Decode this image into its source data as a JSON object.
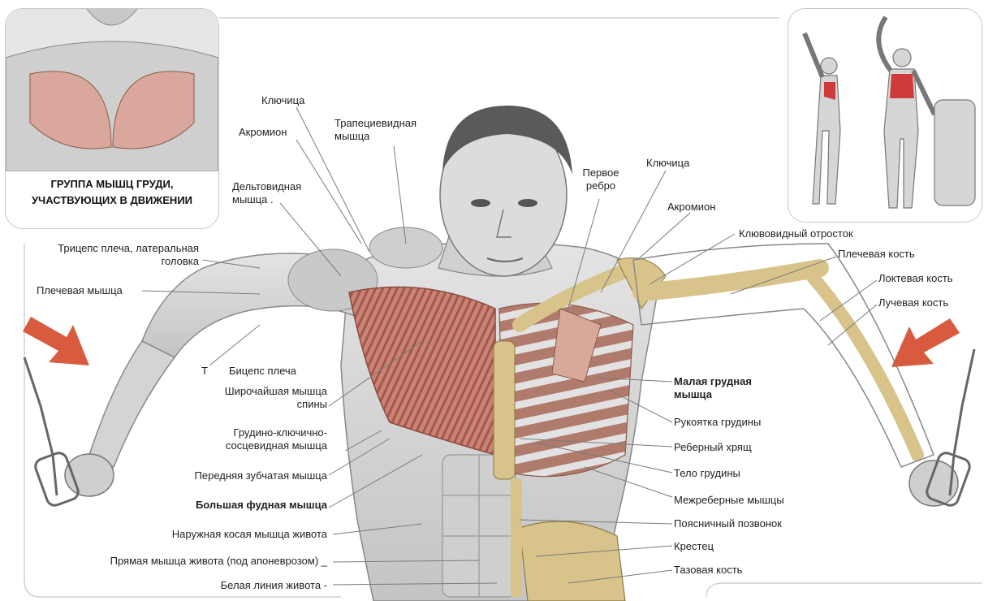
{
  "caption": {
    "line1": "ГРУППА МЫШЦ ГРУДИ,",
    "line2": "УЧАСТВУЮЩИХ В ДВИЖЕНИИ"
  },
  "colors": {
    "muscle": "#c98476",
    "muscle_dark": "#a4574b",
    "bone": "#d8c48a",
    "skin": "#d6d6d6",
    "arrow": "#d95b3f",
    "highlight": "#cf3b3b",
    "line": "#7a7a7a"
  },
  "icons": {
    "left_arrow": "pull-direction-arrow",
    "right_arrow": "pull-direction-arrow",
    "handles": "cable-handle"
  },
  "labels": {
    "klyuchitsa_top": "Ключица",
    "akromion_left": "Акромион",
    "trapetsievidnaya": [
      "Трапециевидная",
      "мышца"
    ],
    "deltovidnaya": [
      "Дельтовидная",
      "мышца ."
    ],
    "triceps": [
      "Трицепс плеча, латеральная",
      "головка"
    ],
    "plechevaya_myshtsa": "Плечевая мышца",
    "t_marker": "Т",
    "biceps": "Бицепс плеча",
    "shirochaishaya": [
      "Широчайшая мышца",
      "спины"
    ],
    "grudino": [
      "Грудино-ключично-",
      "сосцевидная мышца"
    ],
    "perednyaya": "Передняя зубчатая мышца",
    "bolshaya": "Большая фудная мышца",
    "naruzhnaya": "Наружная косая мышца живота",
    "pryamaya": "Прямая мышца живота (под апоневрозом) _",
    "belaya": "Белая линия живота -",
    "pervoe_rebro": [
      "Первое",
      "ребро"
    ],
    "klyuchitsa_right": "Ключица",
    "akromion_right": "Акромион",
    "klyuvovidny": "Клювовидный отросток",
    "plechevaya_kost": "Плечевая кость",
    "loktevaya": "Локтевая кость",
    "luchevaya": "Лучевая кость",
    "malaya": [
      "Малая грудная",
      "мышца"
    ],
    "rukoyatka": "Рукоятка грудины",
    "rebernyi": "Реберный хрящ",
    "telo": "Тело грудины",
    "mezhrebernye": "Межреберные мышцы",
    "poyasnichnyi": "Поясничный позвонок",
    "krestets": "Крестец",
    "tazovaya": "Тазовая кость"
  }
}
